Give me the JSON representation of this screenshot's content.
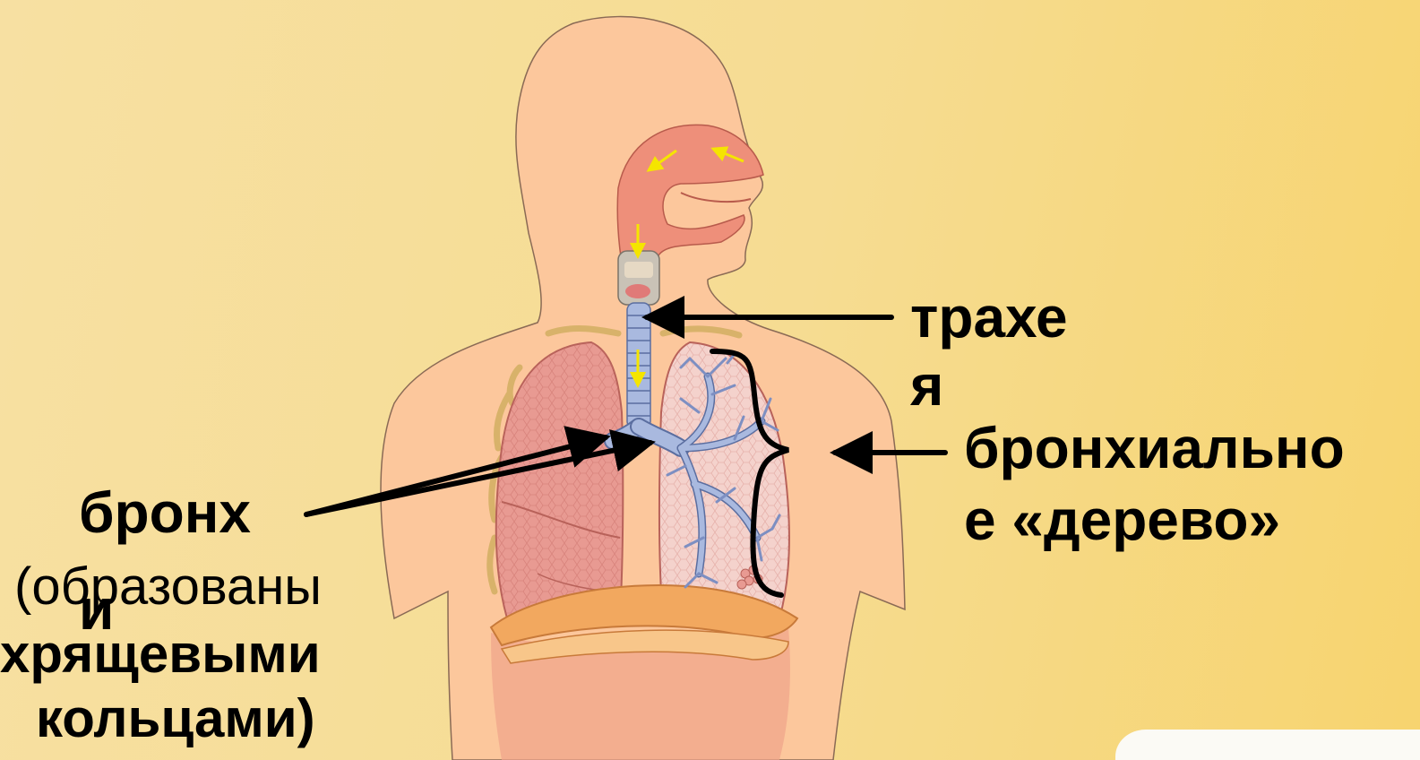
{
  "labels": {
    "trachea_line1": "трахе",
    "trachea_line2": "я",
    "bronchial_tree_line1": "бронхиально",
    "bronchial_tree_line2": "е «дерево»",
    "bronchi_line1": "бронх",
    "bronchi_line2": "и",
    "bronchi_note_line1": "(образованы",
    "bronchi_note_line2": "хрящевыми",
    "bronchi_note_line3": "кольцами)"
  },
  "colors": {
    "background": "#f6dc92",
    "body_silhouette": "#fcc79c",
    "airway_nasal": "#ee8f7a",
    "trachea_bronchi": "#a9b9df",
    "lung": "#e89a92",
    "diaphragm": "#f2a85f",
    "arrows_airflow": "#f5e500",
    "pointer_lines": "#000000"
  }
}
